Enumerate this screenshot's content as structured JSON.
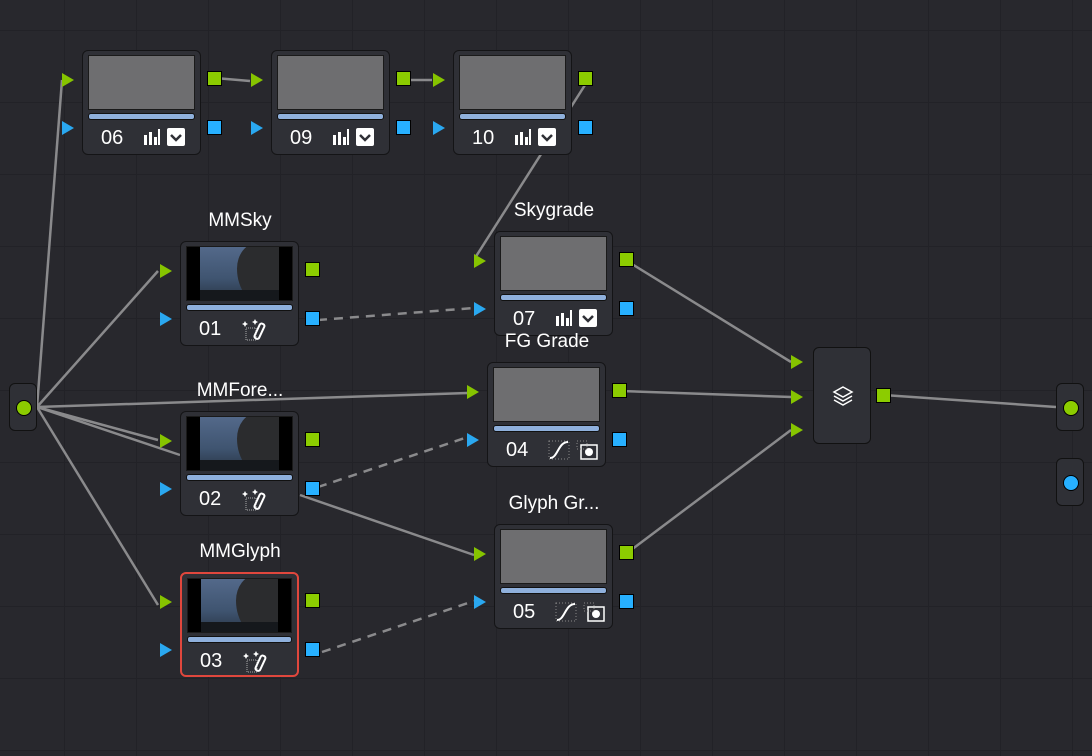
{
  "nodes": [
    {
      "id": "06",
      "label": "",
      "type": "serial",
      "tools": "stats-check"
    },
    {
      "id": "09",
      "label": "",
      "type": "serial",
      "tools": "stats-check"
    },
    {
      "id": "10",
      "label": "",
      "type": "serial",
      "tools": "stats-check"
    },
    {
      "id": "01",
      "label": "MMSky",
      "type": "magicmask",
      "tools": "magic-wand"
    },
    {
      "id": "07",
      "label": "Skygrade",
      "type": "serial",
      "tools": "stats-check"
    },
    {
      "id": "04",
      "label": "FG Grade",
      "type": "serial",
      "tools": "curve-matte"
    },
    {
      "id": "02",
      "label": "MMFore...",
      "type": "magicmask",
      "tools": "magic-wand"
    },
    {
      "id": "05",
      "label": "Glyph Gr...",
      "type": "serial",
      "tools": "curve-matte"
    },
    {
      "id": "03",
      "label": "MMGlyph",
      "type": "magicmask",
      "tools": "magic-wand",
      "selected": true
    }
  ],
  "mixer": {
    "icon": "layers-icon"
  },
  "colors": {
    "rgb": "#8ccc00",
    "alpha": "#27b0ff",
    "selected": "#e0473d"
  }
}
